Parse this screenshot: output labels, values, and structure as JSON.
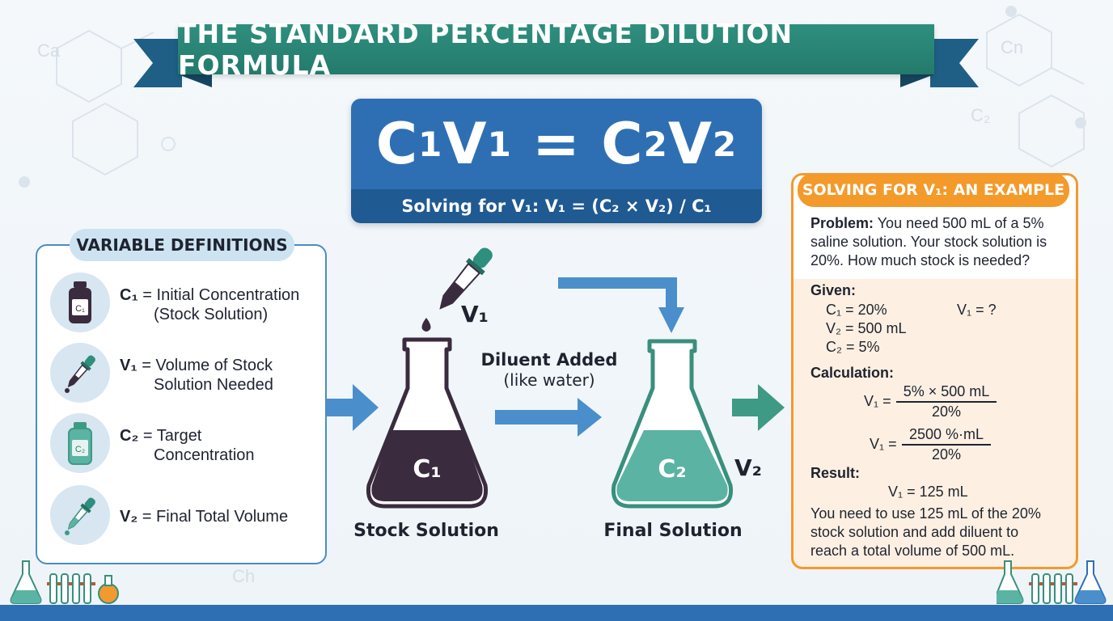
{
  "title": "THE STANDARD PERCENTAGE DILUTION FORMULA",
  "formula": {
    "main": {
      "c1": "C",
      "s1": "1",
      "v1": "V",
      "s2": "1",
      "eq": " = ",
      "c2": "C",
      "s3": "2",
      "v2": "V",
      "s4": "2"
    },
    "solving": "Solving for V₁: V₁ = (C₂ × V₂) / C₁"
  },
  "variables": {
    "header": "VARIABLE DEFINITIONS",
    "items": [
      {
        "symbol": "C₁",
        "line1": "= Initial Concentration",
        "line2": "(Stock Solution)",
        "icon": "stock-bottle-icon",
        "icon_label": "C₁"
      },
      {
        "symbol": "V₁",
        "line1": "= Volume of Stock",
        "line2": "Solution Needed",
        "icon": "dropper-icon"
      },
      {
        "symbol": "C₂",
        "line1": "= Target",
        "line2": "Concentration",
        "icon": "target-bottle-icon",
        "icon_label": "C₂"
      },
      {
        "symbol": "V₂",
        "line1": "= Final Total Volume",
        "line2": "",
        "icon": "dropper-icon"
      }
    ]
  },
  "diagram": {
    "stock_label": "Stock Solution",
    "final_label": "Final Solution",
    "stock_flask_text": "C₁",
    "final_flask_text": "C₂",
    "v1_label": "V₁",
    "v2_label": "V₂",
    "diluent_line1": "Diluent Added",
    "diluent_line2": "(like water)"
  },
  "example": {
    "header": "SOLVING FOR V₁: AN EXAMPLE",
    "problem_label": "Problem:",
    "problem_l1": "You need 500 mL of a 5%",
    "problem_l2": "saline solution. Your stock solution is",
    "problem_l3": "20%. How much stock is needed?",
    "given_label": "Given:",
    "given_c1": "C₁ = 20%",
    "given_v1": "V₁ = ?",
    "given_v2": "V₂ = 500 mL",
    "given_c2": "C₂ = 5%",
    "calc_label": "Calculation:",
    "calc1_lhs": "V₁ =",
    "calc1_num": "5% × 500 mL",
    "calc1_den": "20%",
    "calc2_lhs": "V₁ =",
    "calc2_num": "2500 %·mL",
    "calc2_den": "20%",
    "result_label": "Result:",
    "result_value": "V₁ = 125 mL",
    "conclusion_l1": "You need to use 125 mL of the 20%",
    "conclusion_l2": "stock solution and add diluent to",
    "conclusion_l3": "reach a total volume of 500 mL."
  },
  "background_text": {
    "ca": "Ca",
    "cn": "Cn",
    "c2": "C₂",
    "ch": "Ch"
  },
  "colors": {
    "teal_banner": "#2f8f7e",
    "blue_formula": "#2e6fb4",
    "navy": "#1f5a92",
    "orange": "#f39a2a",
    "stock_liquid": "#3a2b3e",
    "final_liquid": "#5bb3a3",
    "arrow_blue": "#4a8fcb",
    "arrow_teal": "#3e9a85"
  }
}
